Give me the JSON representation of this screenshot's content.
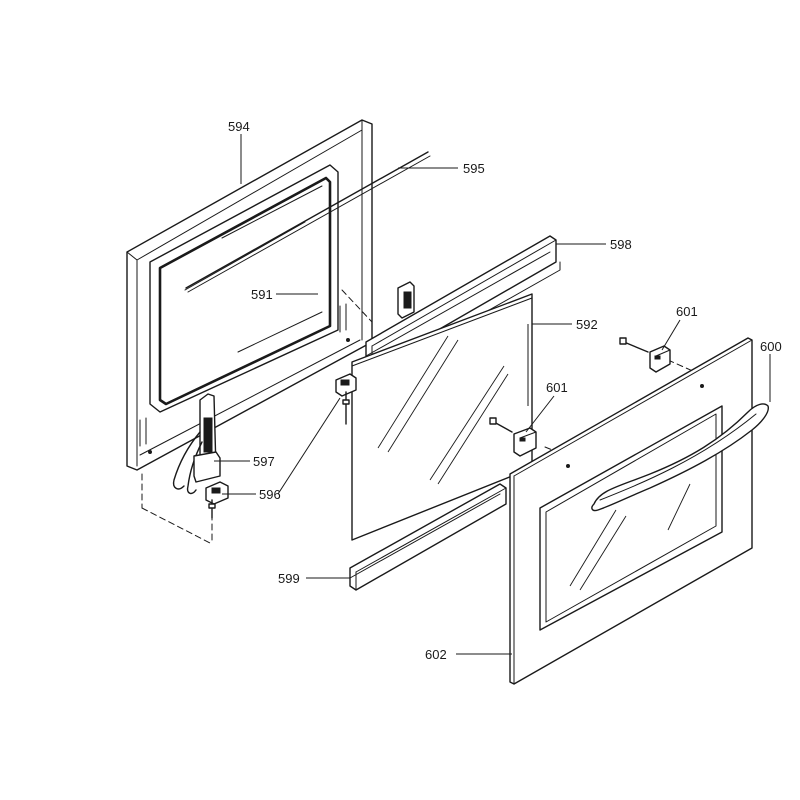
{
  "callouts": [
    {
      "id": "594",
      "text": "594"
    },
    {
      "id": "595",
      "text": "595"
    },
    {
      "id": "598",
      "text": "598"
    },
    {
      "id": "591",
      "text": "591"
    },
    {
      "id": "592",
      "text": "592"
    },
    {
      "id": "601a",
      "text": "601"
    },
    {
      "id": "600",
      "text": "600"
    },
    {
      "id": "601b",
      "text": "601"
    },
    {
      "id": "597",
      "text": "597"
    },
    {
      "id": "596",
      "text": "596"
    },
    {
      "id": "599",
      "text": "599"
    },
    {
      "id": "602",
      "text": "602"
    }
  ]
}
